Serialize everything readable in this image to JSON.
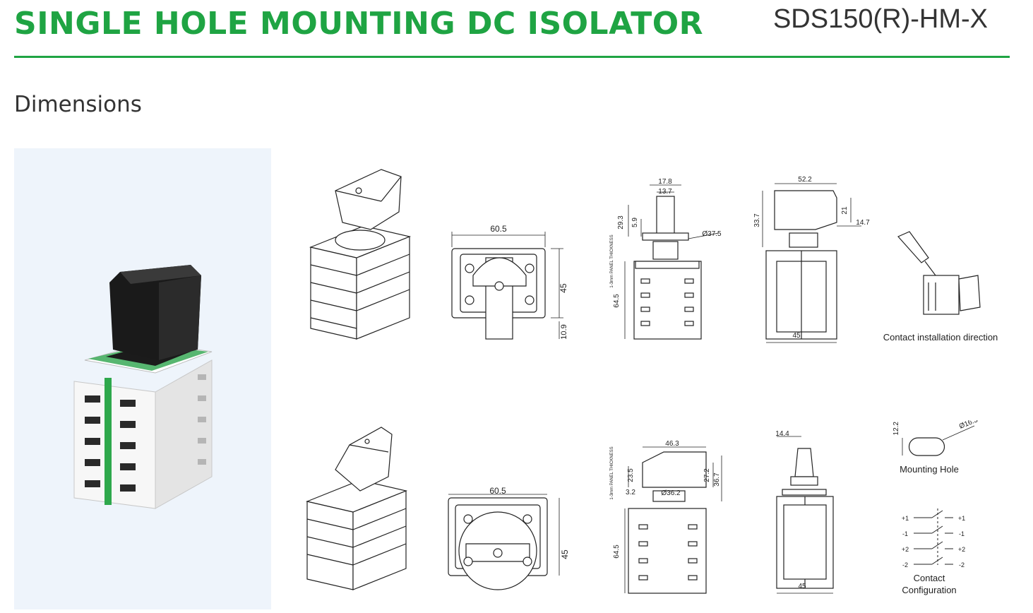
{
  "header": {
    "title": "SINGLE HOLE MOUNTING DC ISOLATOR",
    "model": "SDS150(R)-HM-X"
  },
  "section": {
    "title": "Dimensions"
  },
  "colors": {
    "accent": "#1fa443",
    "photo_background": "#eef4fb"
  },
  "top_row": {
    "front_width": "60.5",
    "front_height": "45",
    "front_handle": "10.9",
    "side_knob_top": "17.8",
    "side_knob_inner": "13.7",
    "side_knob_height": "29.3",
    "side_shaft": "5.9",
    "side_bezel_dia": "Ø37.5",
    "side_body": "64.5",
    "panel_thickness": "1-3mm PANEL THICKNESS",
    "end_width": "52.2",
    "end_height": "33.7",
    "end_knob": "21",
    "end_offset": "14.7",
    "end_base": "45",
    "caption": "Contact installation direction"
  },
  "bottom_row": {
    "front_width": "60.5",
    "front_height": "45",
    "side_width": "46.3",
    "side_knob": "23.5",
    "side_base": "3.2",
    "side_dia": "Ø36.2",
    "side_h1": "27.2",
    "side_h2": "36.7",
    "side_body": "64.5",
    "panel_thickness": "1-3mm PANEL THICKNESS",
    "end_top": "14.4",
    "end_base": "45",
    "hole_height": "12.2",
    "hole_dia": "Ø16.3",
    "hole_caption": "Mounting Hole",
    "contact_labels": [
      "+1",
      "-1",
      "+2",
      "-2"
    ],
    "config_caption_line1": "Contact",
    "config_caption_line2": "Configuration"
  }
}
